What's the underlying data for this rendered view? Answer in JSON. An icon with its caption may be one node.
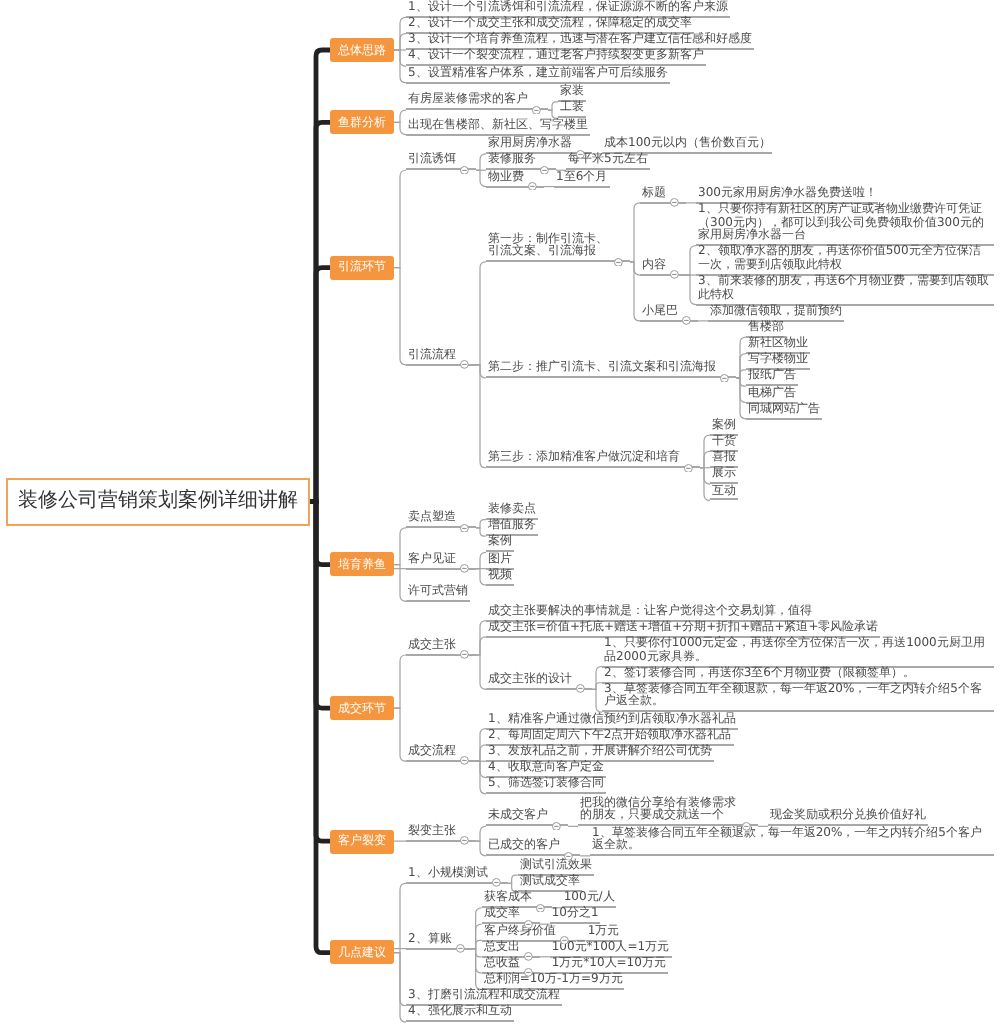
{
  "diagram": {
    "nodes": [
      {
        "text": [
          "装修公司营销策划案例详细讲解"
        ]
      },
      {
        "text": [
          "总体思路"
        ]
      },
      {
        "text": [
          "1、设计一个引流诱饵和引流流程，保证源源不断的客户来源"
        ]
      },
      {
        "text": [
          "2、设计一个成交主张和成交流程，保障稳定的成交率"
        ]
      },
      {
        "text": [
          "3、设计一个培育养鱼流程，迅速与潜在客户建立信任感和好感度"
        ]
      },
      {
        "text": [
          "4、设计一个裂变流程，通过老客户持续裂变更多新客户"
        ]
      },
      {
        "text": [
          "5、设置精准客户体系，建立前端客户可后续服务"
        ]
      },
      {
        "text": [
          "鱼群分析"
        ]
      },
      {
        "text": [
          "有房屋装修需求的客户"
        ]
      },
      {
        "text": [
          "家装"
        ]
      },
      {
        "text": [
          "工装"
        ]
      },
      {
        "text": [
          "出现在售楼部、新社区、写字楼里"
        ]
      },
      {
        "text": [
          "引流环节"
        ]
      },
      {
        "text": [
          "引流诱饵"
        ]
      },
      {
        "text": [
          "家用厨房净水器"
        ]
      },
      {
        "text": [
          "成本100元以内（售价数百元）"
        ]
      },
      {
        "text": [
          "装修服务"
        ]
      },
      {
        "text": [
          "每平米5元左右"
        ]
      },
      {
        "text": [
          "物业费"
        ]
      },
      {
        "text": [
          "1至6个月"
        ]
      },
      {
        "text": [
          "引流流程"
        ]
      },
      {
        "text": [
          "第一步：制作引流卡、引流文案、引流海报"
        ]
      },
      {
        "text": [
          "标题"
        ]
      },
      {
        "text": [
          "300元家用厨房净水器免费送啦！"
        ]
      },
      {
        "text": [
          "内容"
        ]
      },
      {
        "text": [
          "1、只要你持有新社区的房产证或者物业缴费许可凭证（300元内），都可以到我公司免费领取价值300元的家用厨房净水器一台"
        ]
      },
      {
        "text": [
          "2、领取净水器的朋友，再送你价值500元全方位保洁一次，需要到店领取此特权"
        ]
      },
      {
        "text": [
          "3、前来装修的朋友，再送6个月物业费，需要到店领取此特权"
        ]
      },
      {
        "text": [
          "小尾巴"
        ]
      },
      {
        "text": [
          "添加微信领取，提前预约"
        ]
      },
      {
        "text": [
          "第二步：推广引流卡、引流文案和引流海报"
        ]
      },
      {
        "text": [
          "售楼部"
        ]
      },
      {
        "text": [
          "新社区物业"
        ]
      },
      {
        "text": [
          "写字楼物业"
        ]
      },
      {
        "text": [
          "报纸广告"
        ]
      },
      {
        "text": [
          "电梯广告"
        ]
      },
      {
        "text": [
          "同城网站广告"
        ]
      },
      {
        "text": [
          "第三步：添加精准客户做沉淀和培育"
        ]
      },
      {
        "text": [
          "案例"
        ]
      },
      {
        "text": [
          "干货"
        ]
      },
      {
        "text": [
          "喜报"
        ]
      },
      {
        "text": [
          "展示"
        ]
      },
      {
        "text": [
          "互动"
        ]
      },
      {
        "text": [
          "培育养鱼"
        ]
      },
      {
        "text": [
          "卖点塑造"
        ]
      },
      {
        "text": [
          "装修卖点"
        ]
      },
      {
        "text": [
          "增值服务"
        ]
      },
      {
        "text": [
          "客户见证"
        ]
      },
      {
        "text": [
          "案例"
        ]
      },
      {
        "text": [
          "图片"
        ]
      },
      {
        "text": [
          "视频"
        ]
      },
      {
        "text": [
          "许可式营销"
        ]
      },
      {
        "text": [
          "成交环节"
        ]
      },
      {
        "text": [
          "成交主张"
        ]
      },
      {
        "text": [
          "成交主张要解决的事情就是：让客户觉得这个交易划算，值得"
        ]
      },
      {
        "text": [
          "成交主张=价值+托底+赠送+增值+分期+折扣+赠品+紧迫+零风险承诺"
        ]
      },
      {
        "text": [
          "成交主张的设计"
        ]
      },
      {
        "text": [
          "1、只要你付1000元定金，再送你全方位保洁一次，再送1000元厨卫用品2000元家具券。"
        ]
      },
      {
        "text": [
          "2、签订装修合同，再送你3至6个月物业费（限额签单）。"
        ]
      },
      {
        "text": [
          "3、草签装修合同五年全额退款，每一年返20%，一年之内转介绍5个客户返全款。"
        ]
      },
      {
        "text": [
          "成交流程"
        ]
      },
      {
        "text": [
          "1、精准客户通过微信预约到店领取净水器礼品"
        ]
      },
      {
        "text": [
          "2、每周固定周六下午2点开始领取净水器礼品"
        ]
      },
      {
        "text": [
          "3、发放礼品之前，开展讲解介绍公司优势"
        ]
      },
      {
        "text": [
          "4、收取意向客户定金"
        ]
      },
      {
        "text": [
          "5、筛选签订装修合同"
        ]
      },
      {
        "text": [
          "客户裂变"
        ]
      },
      {
        "text": [
          "裂变主张"
        ]
      },
      {
        "text": [
          "未成交客户"
        ]
      },
      {
        "text": [
          "把我的微信分享给有装修需求的朋友，只要成交就送一个"
        ]
      },
      {
        "text": [
          "现金奖励或积分兑换价值好礼"
        ]
      },
      {
        "text": [
          "已成交的客户"
        ]
      },
      {
        "text": [
          "1、草签装修合同五年全额退款，每一年返20%，一年之内转介绍5个客户返全款。"
        ]
      },
      {
        "text": [
          "几点建议"
        ]
      },
      {
        "text": [
          "1、小规模测试"
        ]
      },
      {
        "text": [
          "测试引流效果"
        ]
      },
      {
        "text": [
          "测试成交率"
        ]
      },
      {
        "text": [
          "2、算账"
        ]
      },
      {
        "text": [
          "获客成本"
        ]
      },
      {
        "text": [
          "100元/人"
        ]
      },
      {
        "text": [
          "成交率"
        ]
      },
      {
        "text": [
          "10分之1"
        ]
      },
      {
        "text": [
          "客户终身价值"
        ]
      },
      {
        "text": [
          "1万元"
        ]
      },
      {
        "text": [
          "总支出"
        ]
      },
      {
        "text": [
          "100元*100人=1万元"
        ]
      },
      {
        "text": [
          "总收益"
        ]
      },
      {
        "text": [
          "1万元*10人=10万元"
        ]
      },
      {
        "text": [
          "总利润=10万-1万=9万元"
        ]
      },
      {
        "text": [
          "3、打磨引流流程和成交流程"
        ]
      },
      {
        "text": [
          "4、强化展示和互动"
        ]
      }
    ],
    "edges": [
      {
        "from": 0,
        "to": 1,
        "arrow": "none",
        "style": "thick",
        "color": "#222222"
      },
      {
        "from": 1,
        "to": 2,
        "arrow": "none"
      },
      {
        "from": 1,
        "to": 3,
        "arrow": "none"
      },
      {
        "from": 1,
        "to": 4,
        "arrow": "none"
      },
      {
        "from": 1,
        "to": 5,
        "arrow": "none"
      },
      {
        "from": 1,
        "to": 6,
        "arrow": "none"
      },
      {
        "from": 0,
        "to": 7,
        "arrow": "none",
        "style": "thick",
        "color": "#222222"
      },
      {
        "from": 7,
        "to": 8,
        "arrow": "none"
      },
      {
        "from": 8,
        "to": 9,
        "arrow": "none"
      },
      {
        "from": 8,
        "to": 10,
        "arrow": "none"
      },
      {
        "from": 7,
        "to": 11,
        "arrow": "none"
      },
      {
        "from": 0,
        "to": 12,
        "arrow": "none",
        "style": "thick",
        "color": "#222222"
      },
      {
        "from": 12,
        "to": 13,
        "arrow": "none"
      },
      {
        "from": 13,
        "to": 14,
        "arrow": "none"
      },
      {
        "from": 14,
        "to": 15,
        "arrow": "none"
      },
      {
        "from": 13,
        "to": 16,
        "arrow": "none"
      },
      {
        "from": 16,
        "to": 17,
        "arrow": "none"
      },
      {
        "from": 13,
        "to": 18,
        "arrow": "none"
      },
      {
        "from": 18,
        "to": 19,
        "arrow": "none"
      },
      {
        "from": 12,
        "to": 20,
        "arrow": "none"
      },
      {
        "from": 20,
        "to": 21,
        "arrow": "none"
      },
      {
        "from": 21,
        "to": 22,
        "arrow": "none"
      },
      {
        "from": 22,
        "to": 23,
        "arrow": "none"
      },
      {
        "from": 21,
        "to": 24,
        "arrow": "none"
      },
      {
        "from": 24,
        "to": 25,
        "arrow": "none"
      },
      {
        "from": 24,
        "to": 26,
        "arrow": "none"
      },
      {
        "from": 24,
        "to": 27,
        "arrow": "none"
      },
      {
        "from": 21,
        "to": 28,
        "arrow": "none"
      },
      {
        "from": 28,
        "to": 29,
        "arrow": "none"
      },
      {
        "from": 20,
        "to": 30,
        "arrow": "none"
      },
      {
        "from": 30,
        "to": 31,
        "arrow": "none"
      },
      {
        "from": 30,
        "to": 32,
        "arrow": "none"
      },
      {
        "from": 30,
        "to": 33,
        "arrow": "none"
      },
      {
        "from": 30,
        "to": 34,
        "arrow": "none"
      },
      {
        "from": 30,
        "to": 35,
        "arrow": "none"
      },
      {
        "from": 30,
        "to": 36,
        "arrow": "none"
      },
      {
        "from": 20,
        "to": 37,
        "arrow": "none"
      },
      {
        "from": 37,
        "to": 38,
        "arrow": "none"
      },
      {
        "from": 37,
        "to": 39,
        "arrow": "none"
      },
      {
        "from": 37,
        "to": 40,
        "arrow": "none"
      },
      {
        "from": 37,
        "to": 41,
        "arrow": "none"
      },
      {
        "from": 37,
        "to": 42,
        "arrow": "none"
      },
      {
        "from": 0,
        "to": 43,
        "arrow": "none",
        "style": "thick",
        "color": "#222222"
      },
      {
        "from": 43,
        "to": 44,
        "arrow": "none"
      },
      {
        "from": 44,
        "to": 45,
        "arrow": "none"
      },
      {
        "from": 44,
        "to": 46,
        "arrow": "none"
      },
      {
        "from": 43,
        "to": 47,
        "arrow": "none"
      },
      {
        "from": 47,
        "to": 48,
        "arrow": "none"
      },
      {
        "from": 47,
        "to": 49,
        "arrow": "none"
      },
      {
        "from": 47,
        "to": 50,
        "arrow": "none"
      },
      {
        "from": 43,
        "to": 51,
        "arrow": "none"
      },
      {
        "from": 0,
        "to": 52,
        "arrow": "none",
        "style": "thick",
        "color": "#222222"
      },
      {
        "from": 52,
        "to": 53,
        "arrow": "none"
      },
      {
        "from": 53,
        "to": 54,
        "arrow": "none"
      },
      {
        "from": 53,
        "to": 55,
        "arrow": "none"
      },
      {
        "from": 53,
        "to": 56,
        "arrow": "none"
      },
      {
        "from": 56,
        "to": 57,
        "arrow": "none"
      },
      {
        "from": 56,
        "to": 58,
        "arrow": "none"
      },
      {
        "from": 56,
        "to": 59,
        "arrow": "none"
      },
      {
        "from": 52,
        "to": 60,
        "arrow": "none"
      },
      {
        "from": 60,
        "to": 61,
        "arrow": "none"
      },
      {
        "from": 60,
        "to": 62,
        "arrow": "none"
      },
      {
        "from": 60,
        "to": 63,
        "arrow": "none"
      },
      {
        "from": 60,
        "to": 64,
        "arrow": "none"
      },
      {
        "from": 60,
        "to": 65,
        "arrow": "none"
      },
      {
        "from": 0,
        "to": 66,
        "arrow": "none",
        "style": "thick",
        "color": "#222222"
      },
      {
        "from": 66,
        "to": 67,
        "arrow": "none"
      },
      {
        "from": 67,
        "to": 68,
        "arrow": "none"
      },
      {
        "from": 68,
        "to": 69,
        "arrow": "none"
      },
      {
        "from": 69,
        "to": 70,
        "arrow": "none"
      },
      {
        "from": 67,
        "to": 71,
        "arrow": "none"
      },
      {
        "from": 71,
        "to": 72,
        "arrow": "none"
      },
      {
        "from": 0,
        "to": 73,
        "arrow": "none",
        "style": "thick",
        "color": "#222222"
      },
      {
        "from": 73,
        "to": 74,
        "arrow": "none"
      },
      {
        "from": 74,
        "to": 75,
        "arrow": "none"
      },
      {
        "from": 74,
        "to": 76,
        "arrow": "none"
      },
      {
        "from": 73,
        "to": 77,
        "arrow": "none"
      },
      {
        "from": 77,
        "to": 78,
        "arrow": "none"
      },
      {
        "from": 78,
        "to": 79,
        "arrow": "none"
      },
      {
        "from": 77,
        "to": 80,
        "arrow": "none"
      },
      {
        "from": 80,
        "to": 81,
        "arrow": "none"
      },
      {
        "from": 77,
        "to": 82,
        "arrow": "none"
      },
      {
        "from": 82,
        "to": 83,
        "arrow": "none"
      },
      {
        "from": 77,
        "to": 84,
        "arrow": "none"
      },
      {
        "from": 84,
        "to": 85,
        "arrow": "none"
      },
      {
        "from": 77,
        "to": 86,
        "arrow": "none"
      },
      {
        "from": 86,
        "to": 87,
        "arrow": "none"
      },
      {
        "from": 77,
        "to": 88,
        "arrow": "none"
      },
      {
        "from": 73,
        "to": 89,
        "arrow": "none"
      },
      {
        "from": 73,
        "to": 90,
        "arrow": "none"
      }
    ]
  }
}
